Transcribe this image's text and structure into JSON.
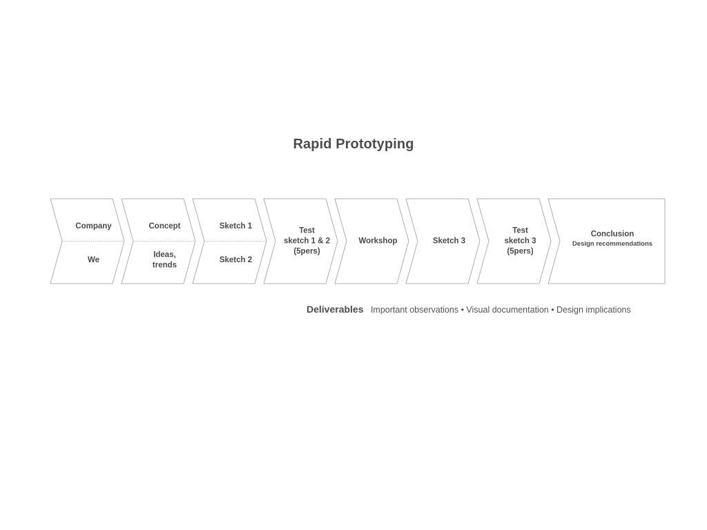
{
  "title": "Rapid Prototyping",
  "steps": [
    {
      "id": "company-we",
      "top": [
        "Company"
      ],
      "bottom": [
        "We"
      ]
    },
    {
      "id": "concept-ideas",
      "top": [
        "Concept"
      ],
      "bottom": [
        "Ideas,",
        "trends"
      ]
    },
    {
      "id": "sketch-1-2",
      "top": [
        "Sketch 1"
      ],
      "bottom": [
        "Sketch 2"
      ]
    },
    {
      "id": "test-sketch-1-2",
      "lines": [
        "Test",
        "sketch 1 & 2",
        "(5pers)"
      ]
    },
    {
      "id": "workshop",
      "lines": [
        "Workshop"
      ]
    },
    {
      "id": "sketch-3",
      "lines": [
        "Sketch 3"
      ]
    },
    {
      "id": "test-sketch-3",
      "lines": [
        "Test",
        "sketch 3",
        "(5pers)"
      ]
    },
    {
      "id": "conclusion",
      "lines": [
        "Conclusion"
      ],
      "sub": "Design recommendations"
    }
  ],
  "deliverables": {
    "label": "Deliverables",
    "items": "Important observations • Visual documentation • Design implications"
  }
}
